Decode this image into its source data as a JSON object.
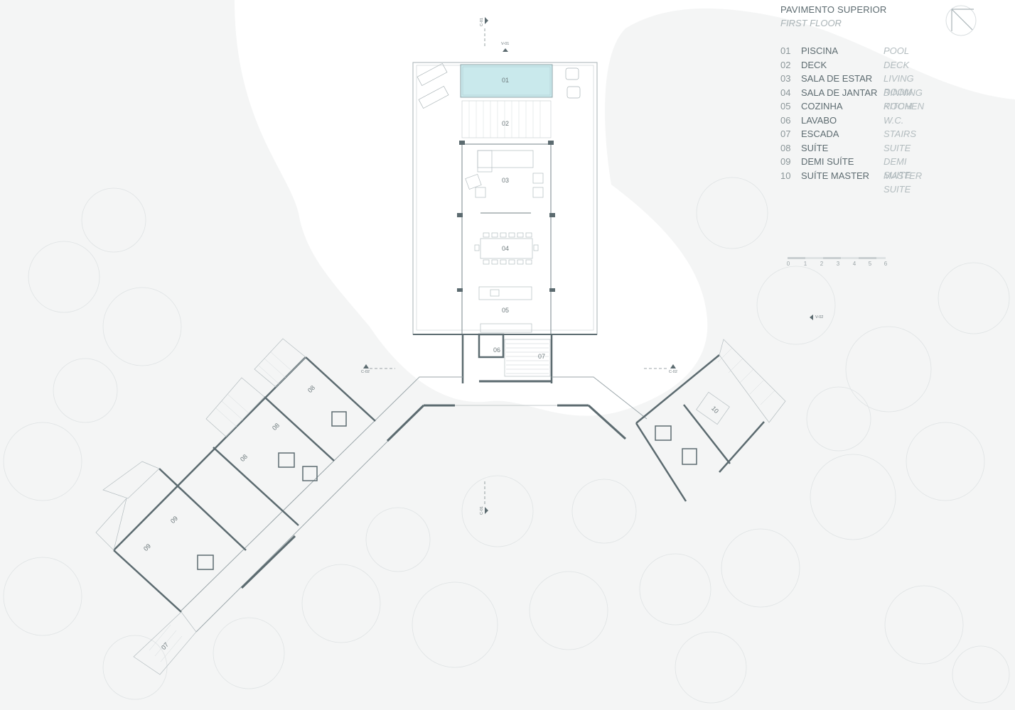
{
  "title": "PAVIMENTO SUPERIOR",
  "subtitle": "FIRST FLOOR",
  "rooms": [
    {
      "num": "01",
      "pt": "PISCINA",
      "en": "POOL"
    },
    {
      "num": "02",
      "pt": "DECK",
      "en": "DECK"
    },
    {
      "num": "03",
      "pt": "SALA DE ESTAR",
      "en": "LIVING ROOM"
    },
    {
      "num": "04",
      "pt": "SALA DE JANTAR",
      "en": "DINNING ROOM"
    },
    {
      "num": "05",
      "pt": "COZINHA",
      "en": "KITCHEN"
    },
    {
      "num": "06",
      "pt": "LAVABO",
      "en": "W.C."
    },
    {
      "num": "07",
      "pt": "ESCADA",
      "en": "STAIRS"
    },
    {
      "num": "08",
      "pt": "SUÍTE",
      "en": "SUITE"
    },
    {
      "num": "09",
      "pt": "DEMI SUÍTE",
      "en": "DEMI SUITE"
    },
    {
      "num": "10",
      "pt": "SUÍTE MASTER",
      "en": "MASTER SUITE"
    }
  ],
  "scale_labels": [
    "0",
    "1",
    "2",
    "3",
    "4",
    "5",
    "6"
  ],
  "section_marks": {
    "c01": "C-01",
    "c02": "C-02",
    "v01": "V-01",
    "v02": "V-02"
  },
  "plan_labels": {
    "pool": "01",
    "deck": "02",
    "living": "03",
    "dining": "04",
    "kitchen": "05",
    "wc": "06",
    "stairs": "07",
    "suite": "08",
    "demi": "09",
    "master": "10"
  },
  "colors": {
    "background": "#f4f5f5",
    "wall": "#5c6b70",
    "line": "#9ba6aa",
    "pool": "#c9e9ec",
    "text": "#5d6b70"
  }
}
